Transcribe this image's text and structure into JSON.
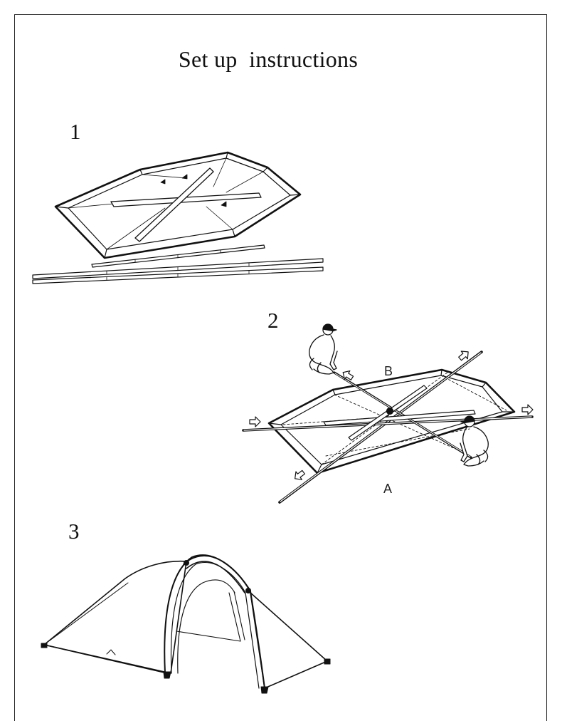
{
  "title": "Set up  instructions",
  "steps": [
    {
      "number": "1"
    },
    {
      "number": "2"
    },
    {
      "number": "3"
    }
  ],
  "pole_labels": {
    "b": "B",
    "a": "A"
  },
  "colors": {
    "ink": "#111111",
    "background": "#ffffff"
  }
}
